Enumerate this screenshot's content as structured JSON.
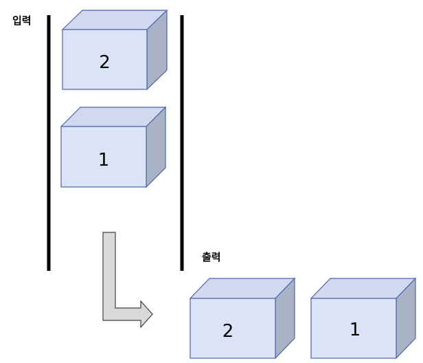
{
  "labels": {
    "input": "입력",
    "output": "출력"
  },
  "stack_boxes": [
    {
      "value": "2"
    },
    {
      "value": "1"
    }
  ],
  "output_boxes": [
    {
      "value": "2"
    },
    {
      "value": "1"
    }
  ],
  "colors": {
    "box_front": "#dbe3f6",
    "box_top": "#d0d9ef",
    "box_side": "#a9b1c4",
    "box_stroke": "#4a64a8",
    "wall": "#000000",
    "arrow_fill": "#d9d9d9",
    "arrow_stroke": "#404040"
  }
}
